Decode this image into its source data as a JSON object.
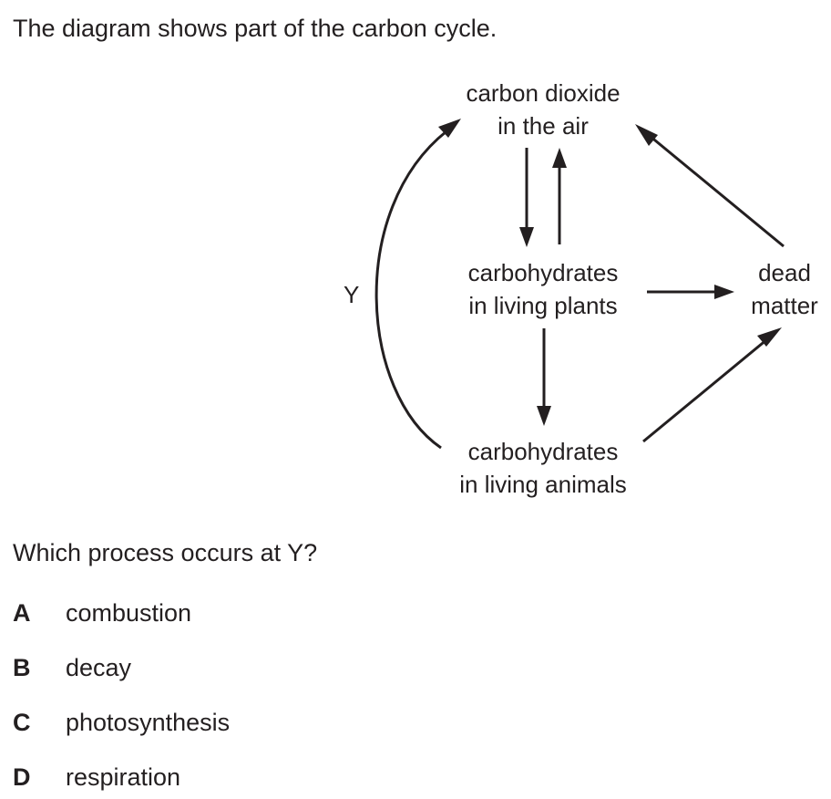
{
  "intro": "The diagram shows part of the carbon cycle.",
  "diagram": {
    "nodes": {
      "co2": [
        "carbon dioxide",
        "in the air"
      ],
      "plants": [
        "carbohydrates",
        "in living plants"
      ],
      "dead": [
        "dead",
        "matter"
      ],
      "animals": [
        "carbohydrates",
        "in living animals"
      ]
    },
    "y_label": "Y",
    "arrows": [
      {
        "from": "co2",
        "to": "plants"
      },
      {
        "from": "plants",
        "to": "co2"
      },
      {
        "from": "plants",
        "to": "dead"
      },
      {
        "from": "plants",
        "to": "animals"
      },
      {
        "from": "animals",
        "to": "dead"
      },
      {
        "from": "dead",
        "to": "co2"
      },
      {
        "from": "animals",
        "to": "co2",
        "label": "Y"
      }
    ]
  },
  "question": "Which process occurs at Y?",
  "options": [
    {
      "letter": "A",
      "text": "combustion"
    },
    {
      "letter": "B",
      "text": "decay"
    },
    {
      "letter": "C",
      "text": "photosynthesis"
    },
    {
      "letter": "D",
      "text": "respiration"
    }
  ],
  "colors": {
    "ink": "#231f20",
    "background": "#ffffff"
  }
}
